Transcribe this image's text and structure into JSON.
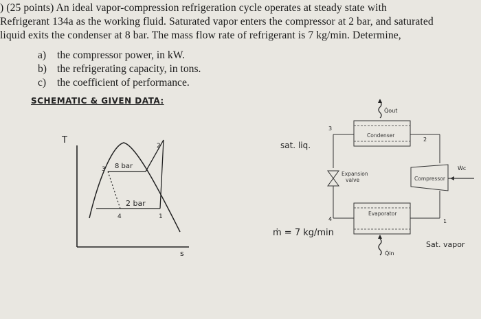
{
  "problem": {
    "lines": [
      ") (25 points) An ideal vapor-compression refrigeration cycle operates at steady state with",
      "Refrigerant 134a as the working fluid. Saturated vapor enters the compressor at 2 bar, and saturated",
      "liquid exits the condenser at 8 bar. The mass flow rate of refrigerant is 7 kg/min. Determine,"
    ],
    "parts": [
      {
        "label": "a)",
        "text": "the compressor power, in kW."
      },
      {
        "label": "b)",
        "text": "the refrigerating capacity, in tons."
      },
      {
        "label": "c)",
        "text": "the coefficient of performance."
      }
    ]
  },
  "handwritten": {
    "heading": "SCHEMATIC & GIVEN DATA:",
    "t_axis": "T",
    "s_axis": "s",
    "state_1_ts": "1",
    "state_2_ts": "2",
    "state_3_ts": "3",
    "state_4_ts": "4",
    "high_pressure": "8 bar",
    "low_pressure": "2 bar",
    "sat_liq": "sat. liq.",
    "sat_vapor": "Sat. vapor",
    "mass_flow": "ṁ = 7 kg/min",
    "q_out": "Q̇out",
    "q_in": "Q̇in",
    "w_c": "Ẇc",
    "state_1_sch": "1",
    "state_2_sch": "2",
    "state_3_sch": "3",
    "state_4_sch": "4"
  },
  "schematic": {
    "condenser": "Condenser",
    "expansion_line1": "Expansion",
    "expansion_line2": "valve",
    "compressor": "Compressor",
    "evaporator": "Evaporator"
  }
}
